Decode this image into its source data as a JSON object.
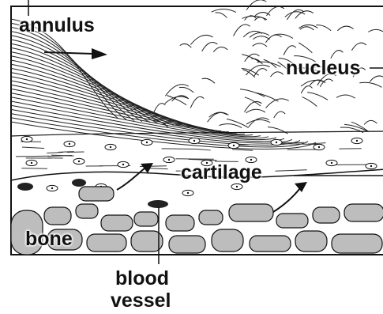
{
  "figure": {
    "labels": {
      "annulus": "annulus",
      "nucleus": "nucleus",
      "cartilage": "cartilage",
      "bone": "bone",
      "vessel_line1": "blood",
      "vessel_line2": "vessel"
    },
    "colors": {
      "ink": "#111111",
      "paper": "#ffffff",
      "bone_fill": "#bdbdbd",
      "vessel_fill": "#222222"
    }
  }
}
